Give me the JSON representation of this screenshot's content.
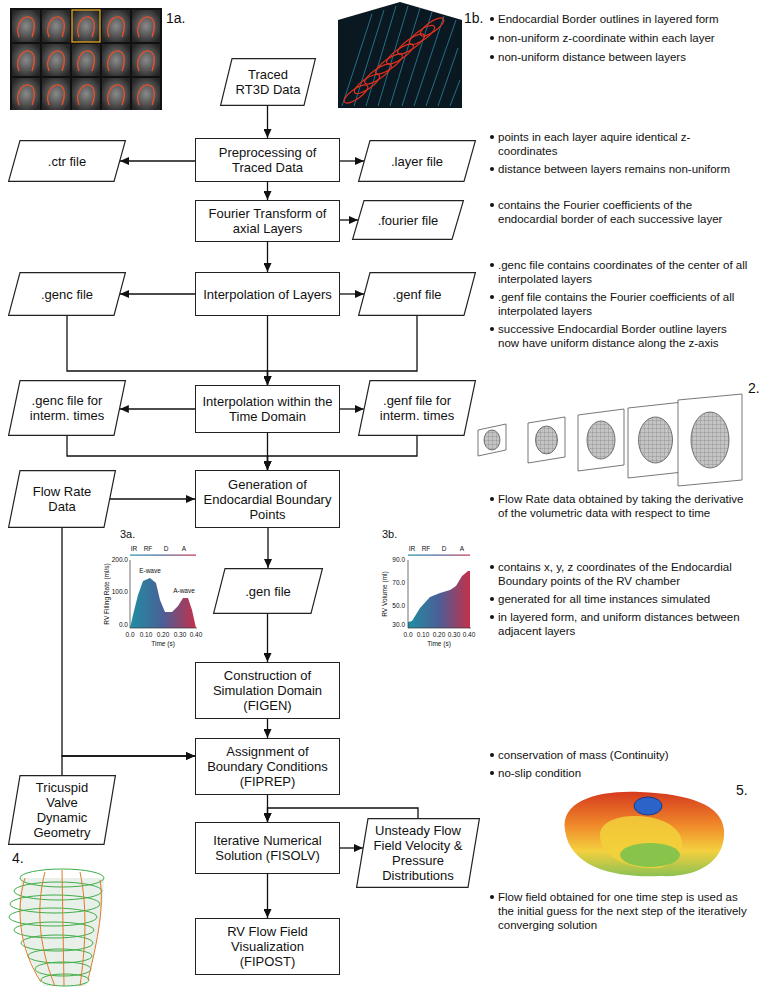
{
  "diagram": {
    "nodes": [
      {
        "text": [
          "Traced RT3D Data"
        ]
      },
      {
        "text": [
          ".ctr file"
        ]
      },
      {
        "text": [
          "Preprocessing of Traced Data"
        ]
      },
      {
        "text": [
          ".layer file"
        ]
      },
      {
        "text": [
          "Fourier Transform of axial Layers"
        ]
      },
      {
        "text": [
          ".fourier file"
        ]
      },
      {
        "text": [
          ".genc file"
        ]
      },
      {
        "text": [
          "Interpolation of Layers"
        ]
      },
      {
        "text": [
          ".genf file"
        ]
      },
      {
        "text": [
          ".genc file for interm. times"
        ]
      },
      {
        "text": [
          "Interpolation within the Time Domain"
        ]
      },
      {
        "text": [
          ".genf file for interm. times"
        ]
      },
      {
        "text": [
          "Flow Rate Data"
        ]
      },
      {
        "text": [
          "Generation of Endocardial Boundary Points"
        ]
      },
      {
        "text": [
          ".gen file"
        ]
      },
      {
        "text": [
          "Construction of Simulation Domain (FIGEN)"
        ]
      },
      {
        "text": [
          "Assignment of Boundary Conditions (FIPREP)"
        ]
      },
      {
        "text": [
          "Tricuspid Valve Dynamic Geometry"
        ]
      },
      {
        "text": [
          "Iterative Numerical Solution (FISOLV)"
        ]
      },
      {
        "text": [
          "Unsteady Flow Field Velocity & Pressure Distributions"
        ]
      },
      {
        "text": [
          "RV Flow Field Visualization (FIPOST)"
        ]
      }
    ],
    "edges": [
      {
        "from": 0,
        "to": 2,
        "arrow": "to"
      },
      {
        "from": 2,
        "to": 1,
        "arrow": "to"
      },
      {
        "from": 2,
        "to": 3,
        "arrow": "to"
      },
      {
        "from": 2,
        "to": 4,
        "arrow": "to"
      },
      {
        "from": 4,
        "to": 5,
        "arrow": "to"
      },
      {
        "from": 4,
        "to": 7,
        "arrow": "to"
      },
      {
        "from": 7,
        "to": 6,
        "arrow": "to"
      },
      {
        "from": 7,
        "to": 8,
        "arrow": "to"
      },
      {
        "from": 6,
        "to": 10,
        "arrow": "to"
      },
      {
        "from": 7,
        "to": 10,
        "arrow": "to"
      },
      {
        "from": 8,
        "to": 10,
        "arrow": "to"
      },
      {
        "from": 10,
        "to": 9,
        "arrow": "to"
      },
      {
        "from": 10,
        "to": 11,
        "arrow": "to"
      },
      {
        "from": 9,
        "to": 13,
        "arrow": "to"
      },
      {
        "from": 10,
        "to": 13,
        "arrow": "to"
      },
      {
        "from": 11,
        "to": 13,
        "arrow": "to"
      },
      {
        "from": 12,
        "to": 13,
        "arrow": "to"
      },
      {
        "from": 13,
        "to": 14,
        "arrow": "to"
      },
      {
        "from": 14,
        "to": 15,
        "arrow": "to"
      },
      {
        "from": 15,
        "to": 16,
        "arrow": "to"
      },
      {
        "from": 12,
        "to": 16,
        "arrow": "to"
      },
      {
        "from": 17,
        "to": 16,
        "arrow": "to"
      },
      {
        "from": 16,
        "to": 18,
        "arrow": "to"
      },
      {
        "from": 18,
        "to": 19,
        "arrow": "to"
      },
      {
        "from": 19,
        "to": 18,
        "arrow": "to"
      },
      {
        "from": 18,
        "to": 20,
        "arrow": "to"
      }
    ],
    "labels": [
      "1a.",
      "1b.",
      "Endocardial Border outlines in layered form",
      "non-uniform z-coordinate within each layer",
      "non-uniform distance between layers",
      "points in each layer aquire identical z-coordinates",
      "distance between layers remains non-uniform",
      "contains the Fourier coefficients of the endocardial border of each successive layer",
      ".genc file contains coordinates of the center of all interpolated layers",
      ".genf file contains the Fourier coefficients of all interpolated layers",
      "successive Endocardial Border outline layers now have uniform distance along the z-axis",
      "2.",
      "Flow Rate data obtained by taking the derivative of the volumetric data with respect to time",
      "3a.",
      "IR",
      "RF",
      "D",
      "A",
      "RV Filling Rate (ml/s)",
      "200.0",
      "100.0",
      "0.0",
      "E-wave",
      "A-wave",
      "0.0",
      "0.10",
      "0.20",
      "0.30",
      "0.40",
      "Time (s)",
      "3b.",
      "IR",
      "RF",
      "D",
      "A",
      "RV Volume (ml)",
      "90.0",
      "70.0",
      "50.0",
      "30.0",
      "0.0",
      "0.10",
      "0.20",
      "0.30",
      "0.40",
      "Time (s)",
      "contains x, y, z coordinates of the Endocardial Boundary points of the RV chamber",
      "generated for all time instances simulated",
      "in layered form, and uniform distances between adjacent layers",
      "conservation of mass (Continuity)",
      "no-slip condition",
      "4.",
      "5.",
      "Flow field obtained for one time step is used as the initial guess for the next step of the iteratively converging solution"
    ]
  }
}
